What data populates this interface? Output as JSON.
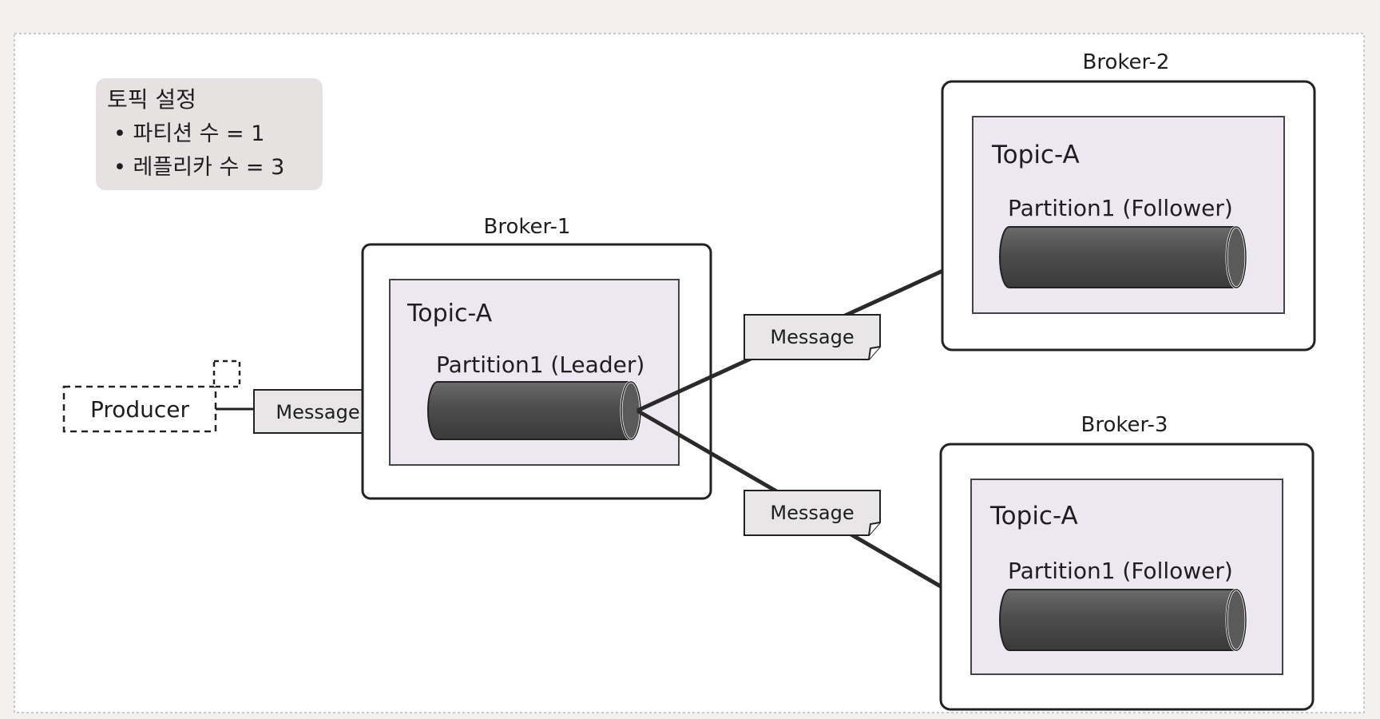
{
  "settings": {
    "title": "토픽 설정",
    "line1": "• 파티션 수 = 1",
    "line2": "• 레플리카 수 = 3"
  },
  "producer": {
    "label": "Producer"
  },
  "brokers": [
    {
      "name": "Broker-1",
      "topic": "Topic-A",
      "partition": "Partition1 (Leader)"
    },
    {
      "name": "Broker-2",
      "topic": "Topic-A",
      "partition": "Partition1 (Follower)"
    },
    {
      "name": "Broker-3",
      "topic": "Topic-A",
      "partition": "Partition1 (Follower)"
    }
  ],
  "messages": [
    {
      "label": "Message"
    },
    {
      "label": "Message"
    },
    {
      "label": "Message"
    }
  ],
  "colors": {
    "page": "#ffffff",
    "panel": "#ece7f1",
    "settings_box": "#e6e2e2",
    "cylinder": "#555555",
    "arrow": "#2a2a2a"
  }
}
